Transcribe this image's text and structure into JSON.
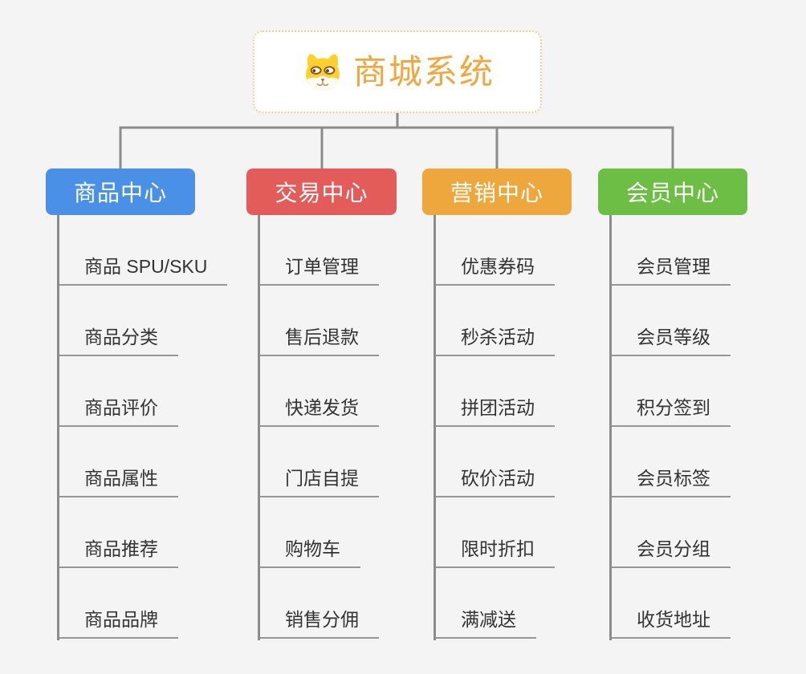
{
  "canvas": {
    "background": "#f5f4f5"
  },
  "colors": {
    "root_text": "#f0a73f",
    "root_border": "#f3cd92",
    "connector_gray": "#8c8c8c",
    "leaf_underline_gray": "#979797",
    "leaf_text": "#333333"
  },
  "root": {
    "title": "商城系统",
    "icon": "shiba-dog-icon"
  },
  "branches": [
    {
      "label": "商品中心",
      "color": "#4a90e6",
      "children": [
        "商品 SPU/SKU",
        "商品分类",
        "商品评价",
        "商品属性",
        "商品推荐",
        "商品品牌"
      ]
    },
    {
      "label": "交易中心",
      "color": "#e45c59",
      "children": [
        "订单管理",
        "售后退款",
        "快递发货",
        "门店自提",
        "购物车",
        "销售分佣"
      ]
    },
    {
      "label": "营销中心",
      "color": "#eda73c",
      "children": [
        "优惠券码",
        "秒杀活动",
        "拼团活动",
        "砍价活动",
        "限时折扣",
        "满减送"
      ]
    },
    {
      "label": "会员中心",
      "color": "#6cbe44",
      "children": [
        "会员管理",
        "会员等级",
        "积分签到",
        "会员标签",
        "会员分组",
        "收货地址"
      ]
    }
  ]
}
